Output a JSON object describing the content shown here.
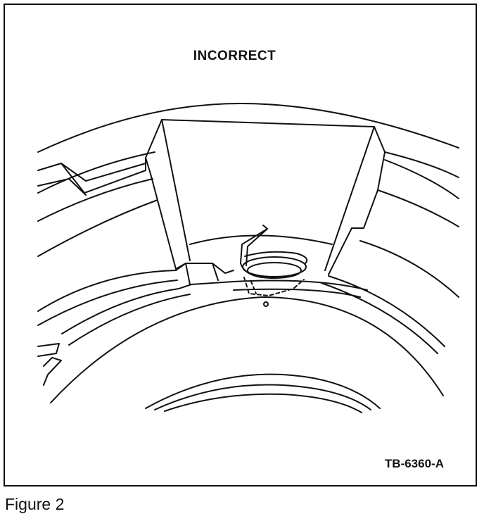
{
  "diagram": {
    "title": "INCORRECT",
    "code": "TB-6360-A"
  },
  "caption": "Figure 2"
}
